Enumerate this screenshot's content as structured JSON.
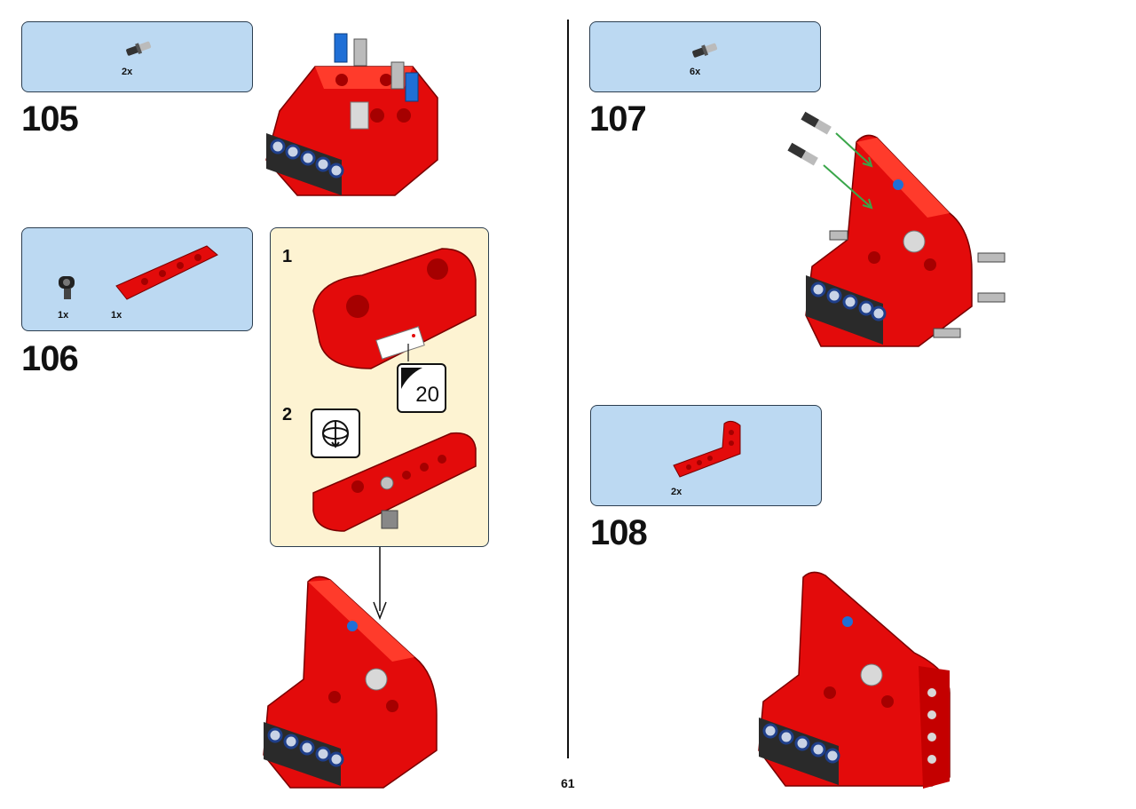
{
  "colors": {
    "callout_bg": "#bcd9f2",
    "subpanel_bg": "#fdf3d2",
    "brick_red": "#e30b0b",
    "track_dark": "#2a2a2a",
    "axle_blue": "#1f6fd6",
    "arrow_green": "#3aa64a"
  },
  "page": {
    "number": "61"
  },
  "steps": {
    "s105": {
      "number": "105",
      "parts": [
        {
          "qty": "2x",
          "icon": "pin-black-gray-icon"
        }
      ]
    },
    "s106": {
      "number": "106",
      "parts": [
        {
          "qty": "1x",
          "icon": "connector-black-icon"
        },
        {
          "qty": "1x",
          "icon": "beam-red-icon"
        }
      ]
    },
    "s107": {
      "number": "107",
      "parts": [
        {
          "qty": "6x",
          "icon": "pin-black-gray-icon"
        }
      ]
    },
    "s108": {
      "number": "108",
      "parts": [
        {
          "qty": "2x",
          "icon": "angled-beam-red-icon"
        }
      ]
    }
  },
  "subassembly": {
    "step1": "1",
    "step2": "2",
    "sticker": "20",
    "rotate_icon": "rotate-icon"
  }
}
